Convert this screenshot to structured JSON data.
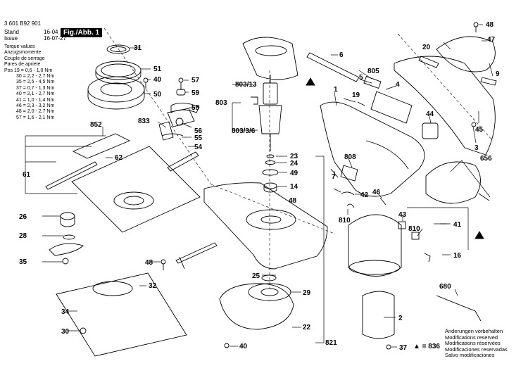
{
  "header": {
    "doc_number": "3 601 B92 901",
    "stand_label": "Stand",
    "issue_label": "Issue",
    "stand_date": "16-04",
    "issue_date": "16-07-27",
    "figure_label": "Fig./Abb. 1"
  },
  "torque": {
    "lines": [
      "Torque values",
      "Anzugsmomente",
      "Couple de serrage",
      "Pares de apriete",
      "Pos 19 = 0,6 - 1,0 Nm",
      "30 = 2,2 - 2,7 Nm",
      "35 = 2,5 - 4,5 Nm",
      "37 = 0,7 - 1,3 Nm",
      "40 = 2,1 - 2,7 Nm",
      "41 = 1,0 - 1,4 Nm",
      "46 = 2,3 - 3,2 Nm",
      "48 = 2,0 - 2,7 Nm",
      "57 = 1,6 - 2,1 Nm"
    ]
  },
  "footnote": {
    "lines": [
      "Änderungen vorbehalten",
      "Modifications reserved",
      "Modifications réservées",
      "Modificaciones reservadas",
      "Salvo modificaciones"
    ]
  },
  "legend": {
    "triangle_eq": "▲ = 836"
  },
  "labels": [
    "31",
    "51",
    "40",
    "50",
    "57",
    "59",
    "58",
    "833",
    "56",
    "55",
    "54",
    "852",
    "62",
    "61",
    "26",
    "28",
    "35",
    "32",
    "34",
    "30",
    "48",
    "48",
    "803/13",
    "803",
    "803/3/6",
    "23",
    "24",
    "49",
    "14",
    "25",
    "29",
    "22",
    "40",
    "821",
    "6",
    "805",
    "5",
    "19",
    "4",
    "1",
    "44",
    "45",
    "3",
    "808",
    "7",
    "42",
    "46",
    "810",
    "43",
    "41",
    "810",
    "16",
    "680",
    "2",
    "37",
    "656",
    "48",
    "47",
    "20",
    "9"
  ]
}
